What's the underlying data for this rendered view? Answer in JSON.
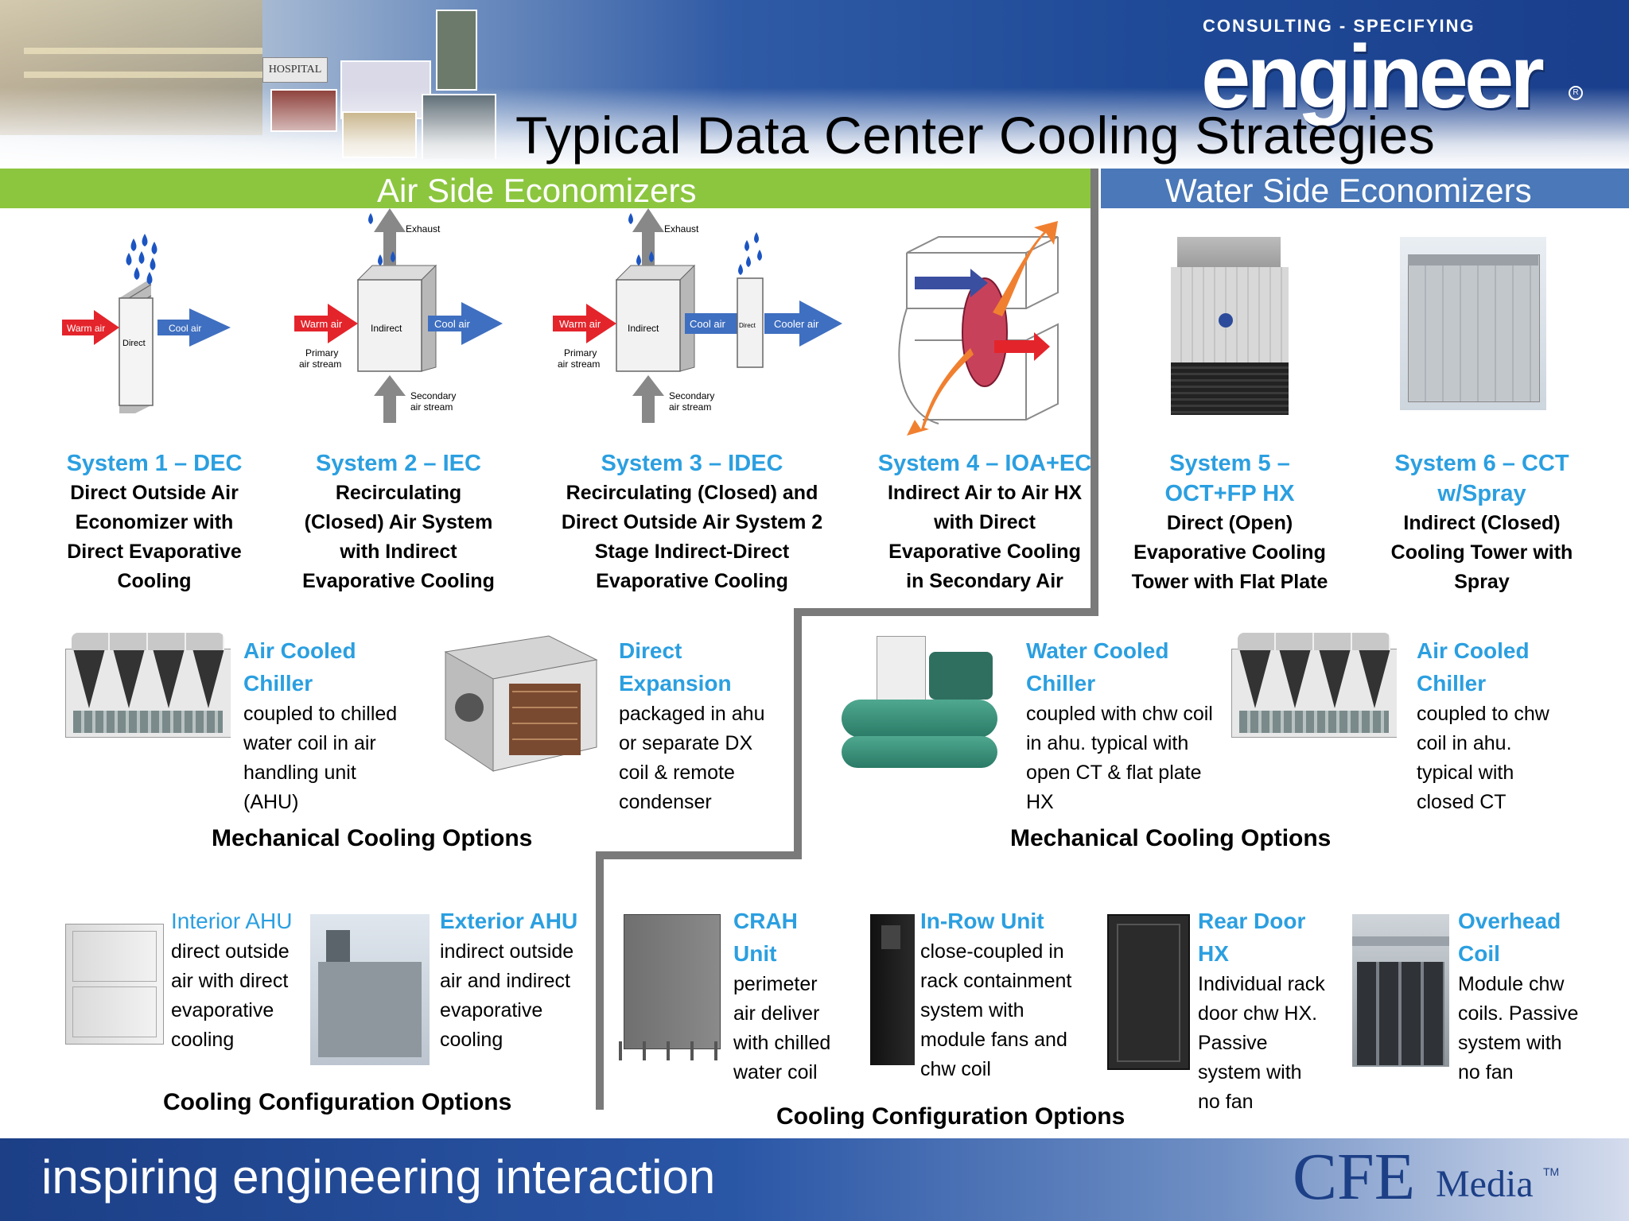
{
  "header": {
    "title": "Typical Data Center Cooling Strategies",
    "magazine_top": "CONSULTING - SPECIFYING",
    "magazine_name": "engineer",
    "collage_sign": "HOSPITAL"
  },
  "bands": {
    "air": "Air Side Economizers",
    "water": "Water Side Economizers",
    "air_color": "#8cc63f",
    "water_color": "#4a78b8"
  },
  "diagrams": {
    "warm_air": "Warm air",
    "cool_air": "Cool air",
    "cooler_air": "Cooler air",
    "direct": "Direct",
    "indirect": "Indirect",
    "exhaust": "Exhaust",
    "primary_1": "Primary",
    "primary_2": "air stream",
    "secondary_1": "Secondary",
    "secondary_2": "air stream"
  },
  "systems": [
    {
      "title": [
        "System 1 – DEC"
      ],
      "desc": [
        "Direct Outside Air",
        "Economizer with",
        "Direct Evaporative",
        "Cooling"
      ]
    },
    {
      "title": [
        "System 2 – IEC"
      ],
      "desc": [
        "Recirculating",
        "(Closed) Air System",
        "with Indirect",
        "Evaporative Cooling"
      ]
    },
    {
      "title": [
        "System 3 – IDEC"
      ],
      "desc": [
        "Recirculating (Closed) and",
        "Direct Outside Air System  2",
        "Stage Indirect-Direct",
        "Evaporative Cooling"
      ]
    },
    {
      "title": [
        "System 4 – IOA+EC"
      ],
      "desc": [
        "Indirect Air to Air HX",
        "with Direct",
        "Evaporative Cooling",
        "in Secondary Air"
      ]
    },
    {
      "title": [
        "System 5 –",
        "OCT+FP HX"
      ],
      "desc": [
        "Direct (Open)",
        "Evaporative Cooling",
        "Tower with Flat Plate"
      ]
    },
    {
      "title": [
        "System 6 – CCT",
        "w/Spray"
      ],
      "desc": [
        "Indirect (Closed)",
        "Cooling Tower with",
        "Spray"
      ]
    }
  ],
  "mechanical": [
    {
      "title": [
        "Air Cooled",
        "Chiller"
      ],
      "desc": [
        "coupled to chilled",
        "water coil in air",
        "handling unit",
        "(AHU)"
      ]
    },
    {
      "title": [
        "Direct",
        "Expansion"
      ],
      "desc": [
        "packaged in ahu",
        "or separate DX",
        "coil & remote",
        "condenser"
      ]
    },
    {
      "title": [
        "Water Cooled",
        "Chiller"
      ],
      "desc": [
        "coupled with chw coil",
        "in ahu.  typical with",
        "open CT & flat plate",
        "HX"
      ]
    },
    {
      "title": [
        "Air Cooled",
        "Chiller"
      ],
      "desc": [
        "coupled to chw",
        "coil in ahu.",
        "typical with",
        "closed CT"
      ]
    }
  ],
  "mech_label": "Mechanical Cooling Options",
  "configuration": [
    {
      "title": [
        "Interior AHU"
      ],
      "desc": [
        "direct outside",
        "air  with direct",
        "evaporative",
        "cooling"
      ]
    },
    {
      "title": [
        "Exterior AHU"
      ],
      "desc": [
        "indirect outside",
        "air  and indirect",
        "evaporative",
        "cooling"
      ]
    },
    {
      "title": [
        "CRAH",
        "Unit"
      ],
      "desc": [
        "perimeter",
        "air deliver",
        "with chilled",
        "water coil"
      ]
    },
    {
      "title": [
        "In-Row Unit"
      ],
      "desc": [
        "close-coupled in",
        "rack  containment",
        "system with",
        "module fans and",
        "chw coil"
      ]
    },
    {
      "title": [
        "Rear Door",
        "HX"
      ],
      "desc": [
        "Individual rack",
        "door chw HX.",
        "Passive",
        "system with",
        "no fan"
      ]
    },
    {
      "title": [
        "Overhead",
        "Coil"
      ],
      "desc": [
        "Module chw",
        "coils. Passive",
        "system with",
        "no fan"
      ]
    }
  ],
  "config_label": "Cooling Configuration Options",
  "footer": {
    "tagline": "inspiring engineering interaction",
    "brand": "CFE",
    "brand_sub": "Media",
    "tm": "TM"
  }
}
